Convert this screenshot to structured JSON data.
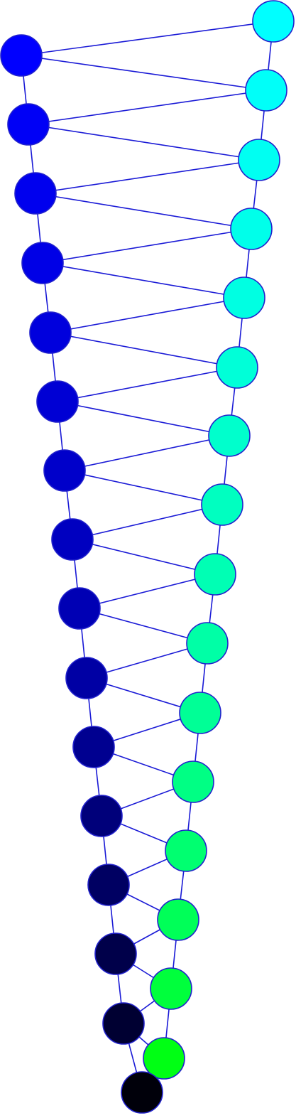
{
  "graph": {
    "edge_color": "#1a1ad6",
    "node_stroke": "#2222cc",
    "left_chain": [
      {
        "id": "L0",
        "fill": "#0000ff"
      },
      {
        "id": "L1",
        "fill": "#0000f6"
      },
      {
        "id": "L2",
        "fill": "#0000ee"
      },
      {
        "id": "L3",
        "fill": "#0000e6"
      },
      {
        "id": "L4",
        "fill": "#0000dd"
      },
      {
        "id": "L5",
        "fill": "#0000d4"
      },
      {
        "id": "L6",
        "fill": "#0000ca"
      },
      {
        "id": "L7",
        "fill": "#0000c0"
      },
      {
        "id": "L8",
        "fill": "#0000b4"
      },
      {
        "id": "L9",
        "fill": "#0000a4"
      },
      {
        "id": "L10",
        "fill": "#000090"
      },
      {
        "id": "L11",
        "fill": "#00007a"
      },
      {
        "id": "L12",
        "fill": "#000062"
      },
      {
        "id": "L13",
        "fill": "#00004a"
      },
      {
        "id": "L14",
        "fill": "#000032"
      },
      {
        "id": "L15",
        "fill": "#00000a"
      }
    ],
    "right_chain": [
      {
        "id": "R0",
        "fill": "#00ffff"
      },
      {
        "id": "R1",
        "fill": "#00fff9"
      },
      {
        "id": "R2",
        "fill": "#00fff2"
      },
      {
        "id": "R3",
        "fill": "#00ffea"
      },
      {
        "id": "R4",
        "fill": "#00ffe2"
      },
      {
        "id": "R5",
        "fill": "#00ffd8"
      },
      {
        "id": "R6",
        "fill": "#00ffcc"
      },
      {
        "id": "R7",
        "fill": "#00ffc0"
      },
      {
        "id": "R8",
        "fill": "#00ffb4"
      },
      {
        "id": "R9",
        "fill": "#00ffa6"
      },
      {
        "id": "R10",
        "fill": "#00ff96"
      },
      {
        "id": "R11",
        "fill": "#00ff84"
      },
      {
        "id": "R12",
        "fill": "#00ff70"
      },
      {
        "id": "R13",
        "fill": "#00ff58"
      },
      {
        "id": "R14",
        "fill": "#00ff3c"
      },
      {
        "id": "R15",
        "fill": "#00ff14"
      }
    ]
  }
}
